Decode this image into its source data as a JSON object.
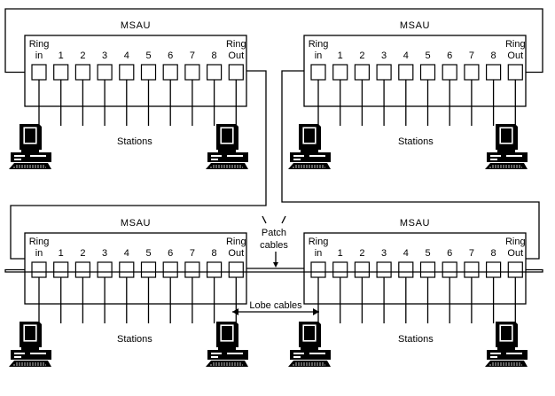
{
  "colors": {
    "line": "#000000",
    "background": "#ffffff"
  },
  "units": [
    {
      "id": "top-left",
      "title": "MSAU",
      "ring_in_label": [
        "Ring",
        "in"
      ],
      "port_labels": [
        "1",
        "2",
        "3",
        "4",
        "5",
        "6",
        "7",
        "8"
      ],
      "ring_out_label": [
        "Ring",
        "Out"
      ]
    },
    {
      "id": "top-right",
      "title": "MSAU",
      "ring_in_label": [
        "Ring",
        "in"
      ],
      "port_labels": [
        "1",
        "2",
        "3",
        "4",
        "5",
        "6",
        "7",
        "8"
      ],
      "ring_out_label": [
        "Ring",
        "Out"
      ]
    },
    {
      "id": "bottom-left",
      "title": "MSAU",
      "ring_in_label": [
        "Ring",
        "in"
      ],
      "port_labels": [
        "1",
        "2",
        "3",
        "4",
        "5",
        "6",
        "7",
        "8"
      ],
      "ring_out_label": [
        "Ring",
        "Out"
      ]
    },
    {
      "id": "bottom-right",
      "title": "MSAU",
      "ring_in_label": [
        "Ring",
        "in"
      ],
      "port_labels": [
        "1",
        "2",
        "3",
        "4",
        "5",
        "6",
        "7",
        "8"
      ],
      "ring_out_label": [
        "Ring",
        "Out"
      ]
    }
  ],
  "labels": {
    "stations": "Stations",
    "patch_cables": [
      "Patch",
      "cables"
    ],
    "lobe_cables": "Lobe cables"
  },
  "icons": {
    "station": "desktop-computer-icon"
  }
}
